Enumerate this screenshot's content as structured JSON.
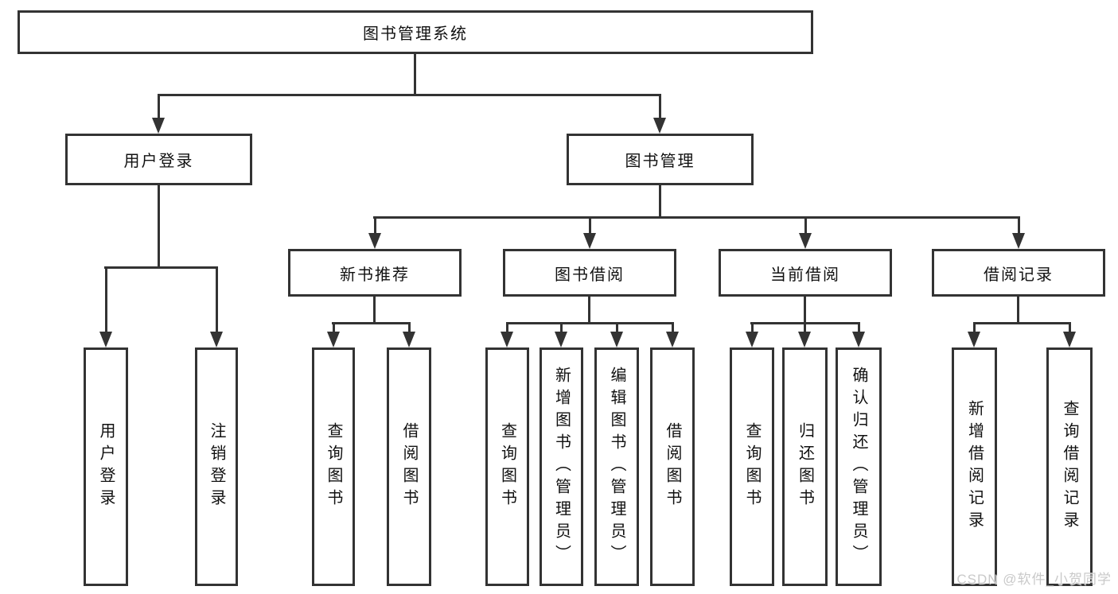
{
  "diagram": {
    "root": {
      "label": "图书管理系统"
    },
    "level2": [
      {
        "label": "用户登录",
        "parent": "图书管理系统"
      },
      {
        "label": "图书管理",
        "parent": "图书管理系统"
      }
    ],
    "level3": [
      {
        "label": "新书推荐",
        "parent": "图书管理"
      },
      {
        "label": "图书借阅",
        "parent": "图书管理"
      },
      {
        "label": "当前借阅",
        "parent": "图书管理"
      },
      {
        "label": "借阅记录",
        "parent": "图书管理"
      }
    ],
    "leaves": [
      {
        "label": "用户登录",
        "parent": "用户登录"
      },
      {
        "label": "注销登录",
        "parent": "用户登录"
      },
      {
        "label": "查询图书",
        "parent": "新书推荐"
      },
      {
        "label": "借阅图书",
        "parent": "新书推荐"
      },
      {
        "label": "查询图书",
        "parent": "图书借阅"
      },
      {
        "label": "新增图书（管理员）",
        "parent": "图书借阅"
      },
      {
        "label": "编辑图书（管理员）",
        "parent": "图书借阅"
      },
      {
        "label": "借阅图书",
        "parent": "图书借阅"
      },
      {
        "label": "查询图书",
        "parent": "当前借阅"
      },
      {
        "label": "归还图书",
        "parent": "当前借阅"
      },
      {
        "label": "确认归还（管理员）",
        "parent": "当前借阅"
      },
      {
        "label": "新增借阅记录",
        "parent": "借阅记录"
      },
      {
        "label": "查询借阅记录",
        "parent": "借阅记录"
      }
    ]
  },
  "watermark": {
    "text": "CSDN @软件_小贺同学"
  },
  "colors": {
    "background": "#ffffff",
    "line": "#333333",
    "text": "#111111",
    "watermark": "#c9c9c9"
  }
}
